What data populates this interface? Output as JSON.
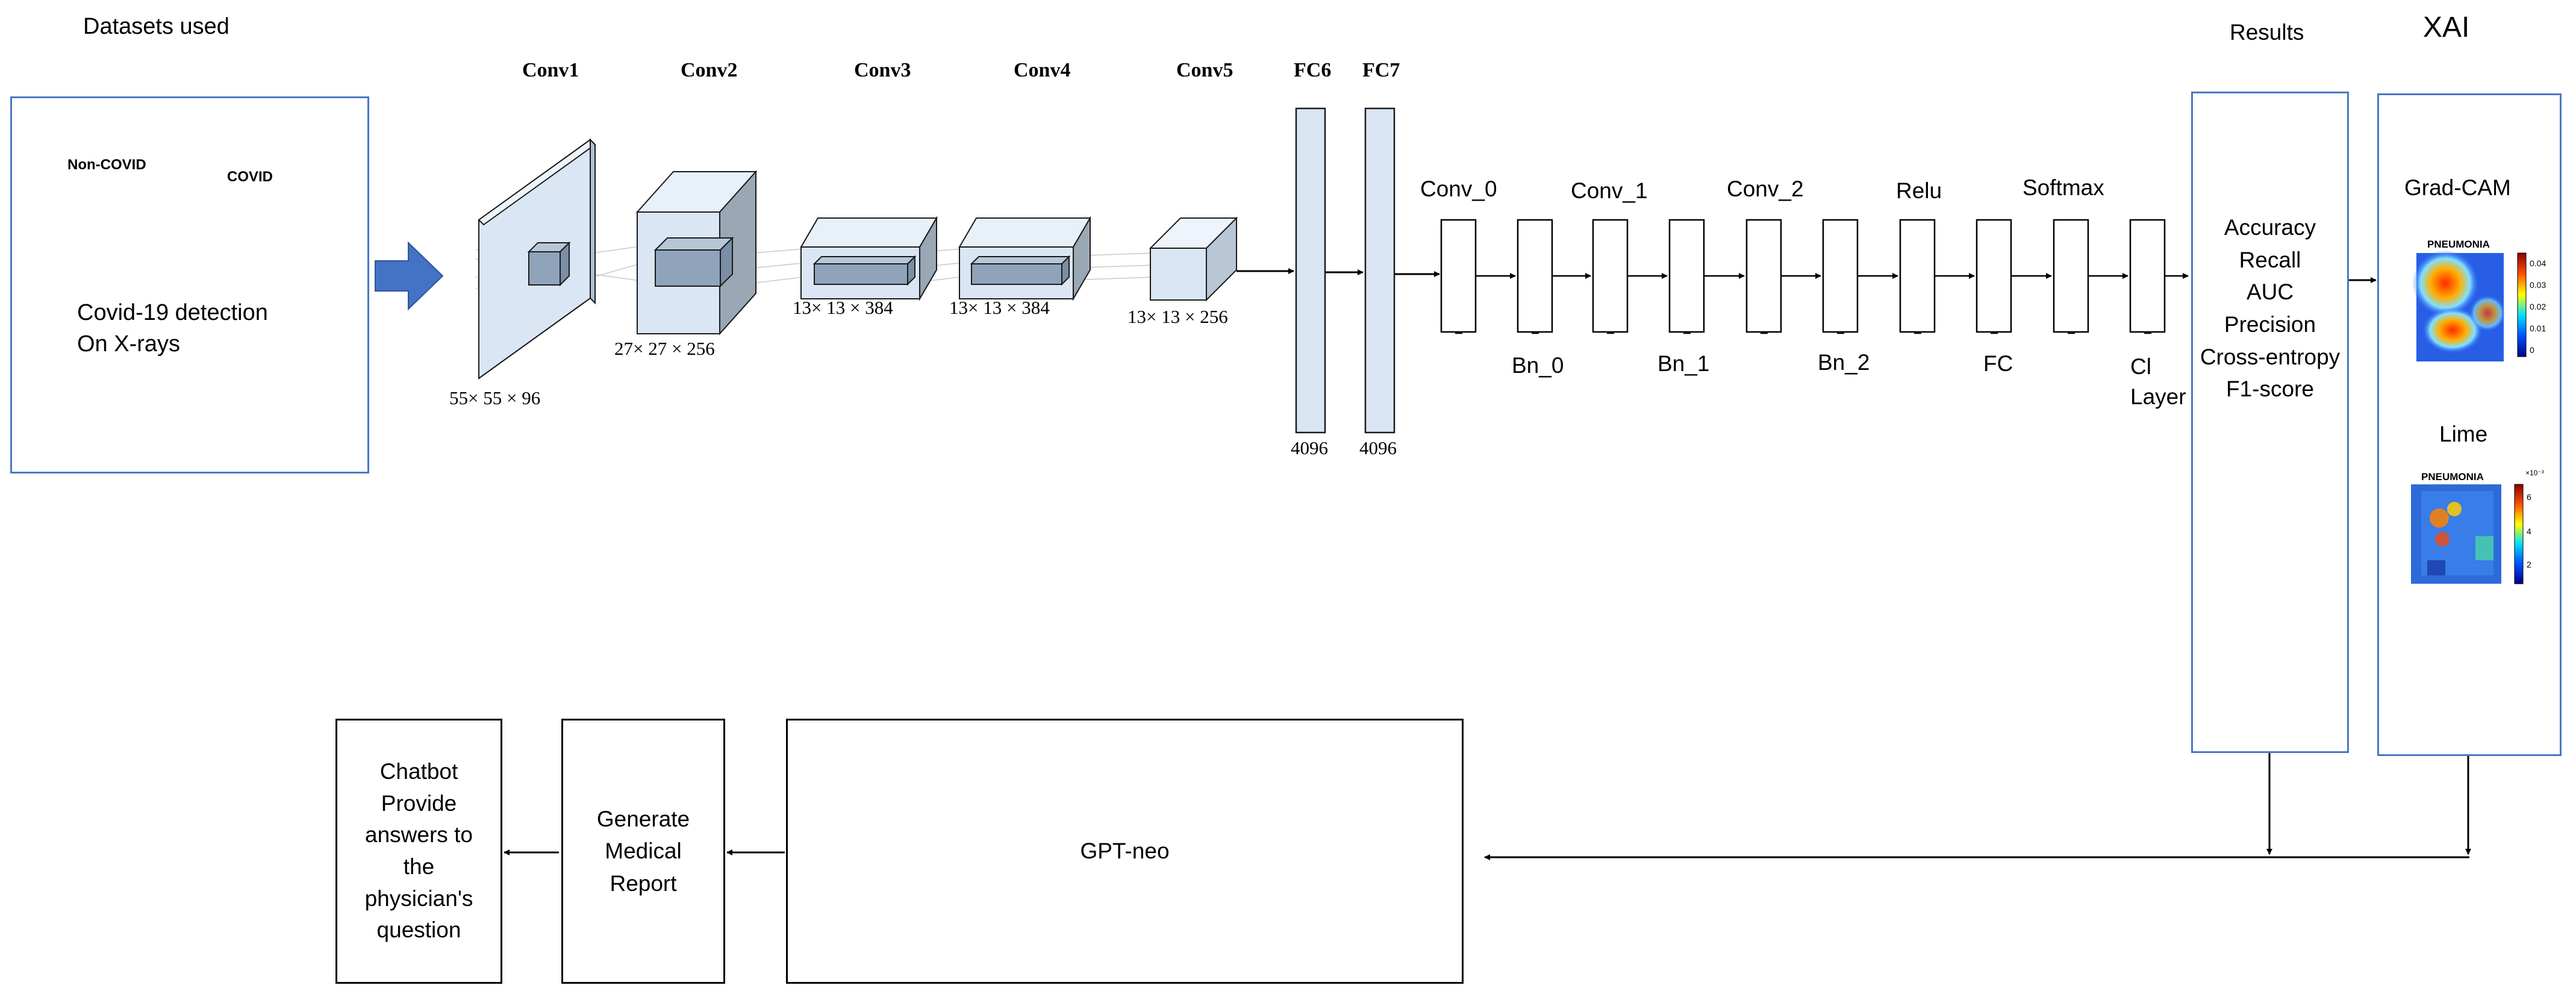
{
  "datasets": {
    "title": "Datasets used",
    "noncovid_label": "Non-COVID",
    "covid_label": "COVID",
    "caption_line1": "Covid-19 detection",
    "caption_line2": "On X-rays"
  },
  "alexnet": {
    "layers": [
      {
        "name": "Conv1",
        "dims": "55× 55 × 96"
      },
      {
        "name": "Conv2",
        "dims": "27× 27 × 256"
      },
      {
        "name": "Conv3",
        "dims": "13× 13 × 384"
      },
      {
        "name": "Conv4",
        "dims": "13× 13 × 384"
      },
      {
        "name": "Conv5",
        "dims": "13× 13 × 256"
      },
      {
        "name": "FC6",
        "dims": "4096"
      },
      {
        "name": "FC7",
        "dims": "4096"
      }
    ]
  },
  "head": {
    "top_labels": [
      "Conv_0",
      "Conv_1",
      "Conv_2",
      "Relu",
      "Softmax"
    ],
    "bottom_labels": [
      "Bn_0",
      "Bn_1",
      "Bn_2",
      "FC"
    ],
    "cl_layer_line1": "Cl",
    "cl_layer_line2": "Layer"
  },
  "results": {
    "title": "Results",
    "metrics": [
      "Accuracy",
      "Recall",
      "AUC",
      "Precision",
      "Cross-entropy",
      "F1-score"
    ]
  },
  "xai": {
    "title": "XAI",
    "gradcam_label": "Grad-CAM",
    "gradcam_heading": "PNEUMONIA",
    "gradcam_ticks": [
      "0.04",
      "0.03",
      "0.02",
      "0.01",
      "0"
    ],
    "lime_label": "Lime",
    "lime_heading": "PNEUMONIA",
    "lime_ticks": [
      "×10⁻³",
      "6",
      "4",
      "2"
    ]
  },
  "pipeline": {
    "gpt_label": "GPT-neo",
    "report_lines": [
      "Generate",
      "Medical",
      "Report"
    ],
    "chatbot_lines": [
      "Chatbot",
      "Provide",
      "answers to",
      "the",
      "physician's",
      "question"
    ]
  }
}
